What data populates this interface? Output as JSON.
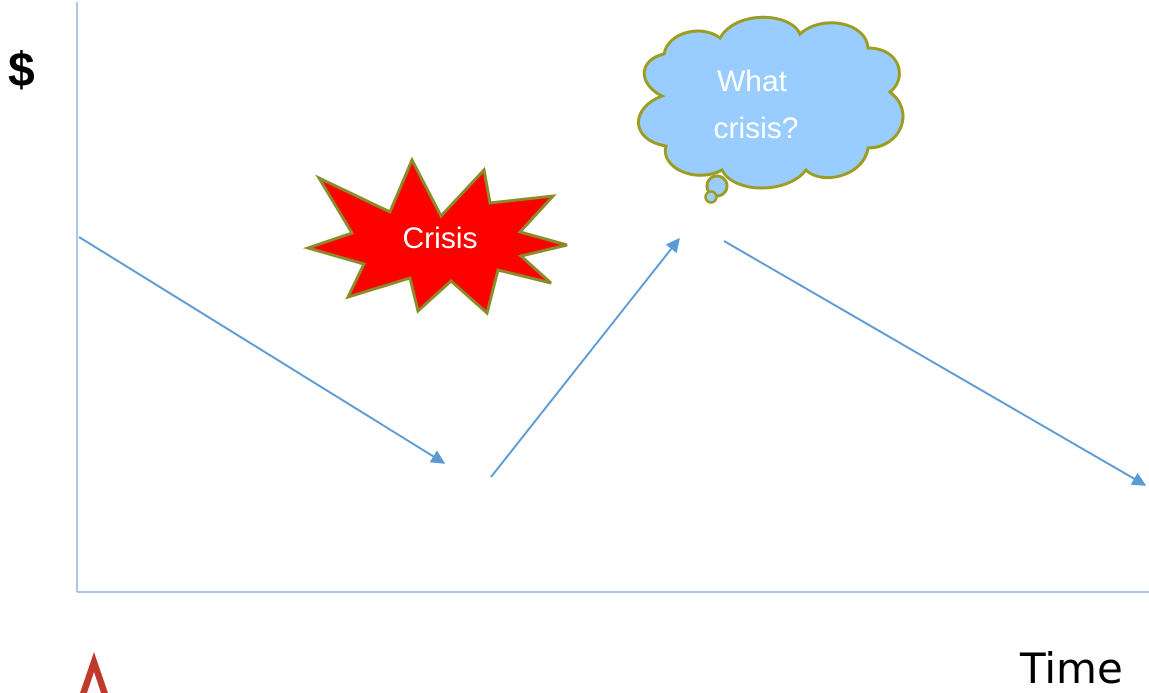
{
  "axes": {
    "y_label": "$",
    "x_label": "Time",
    "axis_color": "#8fb4de"
  },
  "trend": {
    "arrow_color": "#5b9bd5",
    "segments": [
      {
        "direction": "down"
      },
      {
        "direction": "up"
      },
      {
        "direction": "down"
      }
    ]
  },
  "callouts": {
    "crisis": {
      "text": "Crisis",
      "fill": "#ff0000",
      "stroke": "#8b8b2a",
      "text_color": "#ffffff"
    },
    "thought": {
      "line1": "What",
      "line2": "crisis?",
      "fill": "#99ccff",
      "stroke": "#9c9c1e",
      "text_color": "#ffffff"
    }
  },
  "logo": {
    "name": "logo-mark",
    "color": "#c0392b"
  }
}
